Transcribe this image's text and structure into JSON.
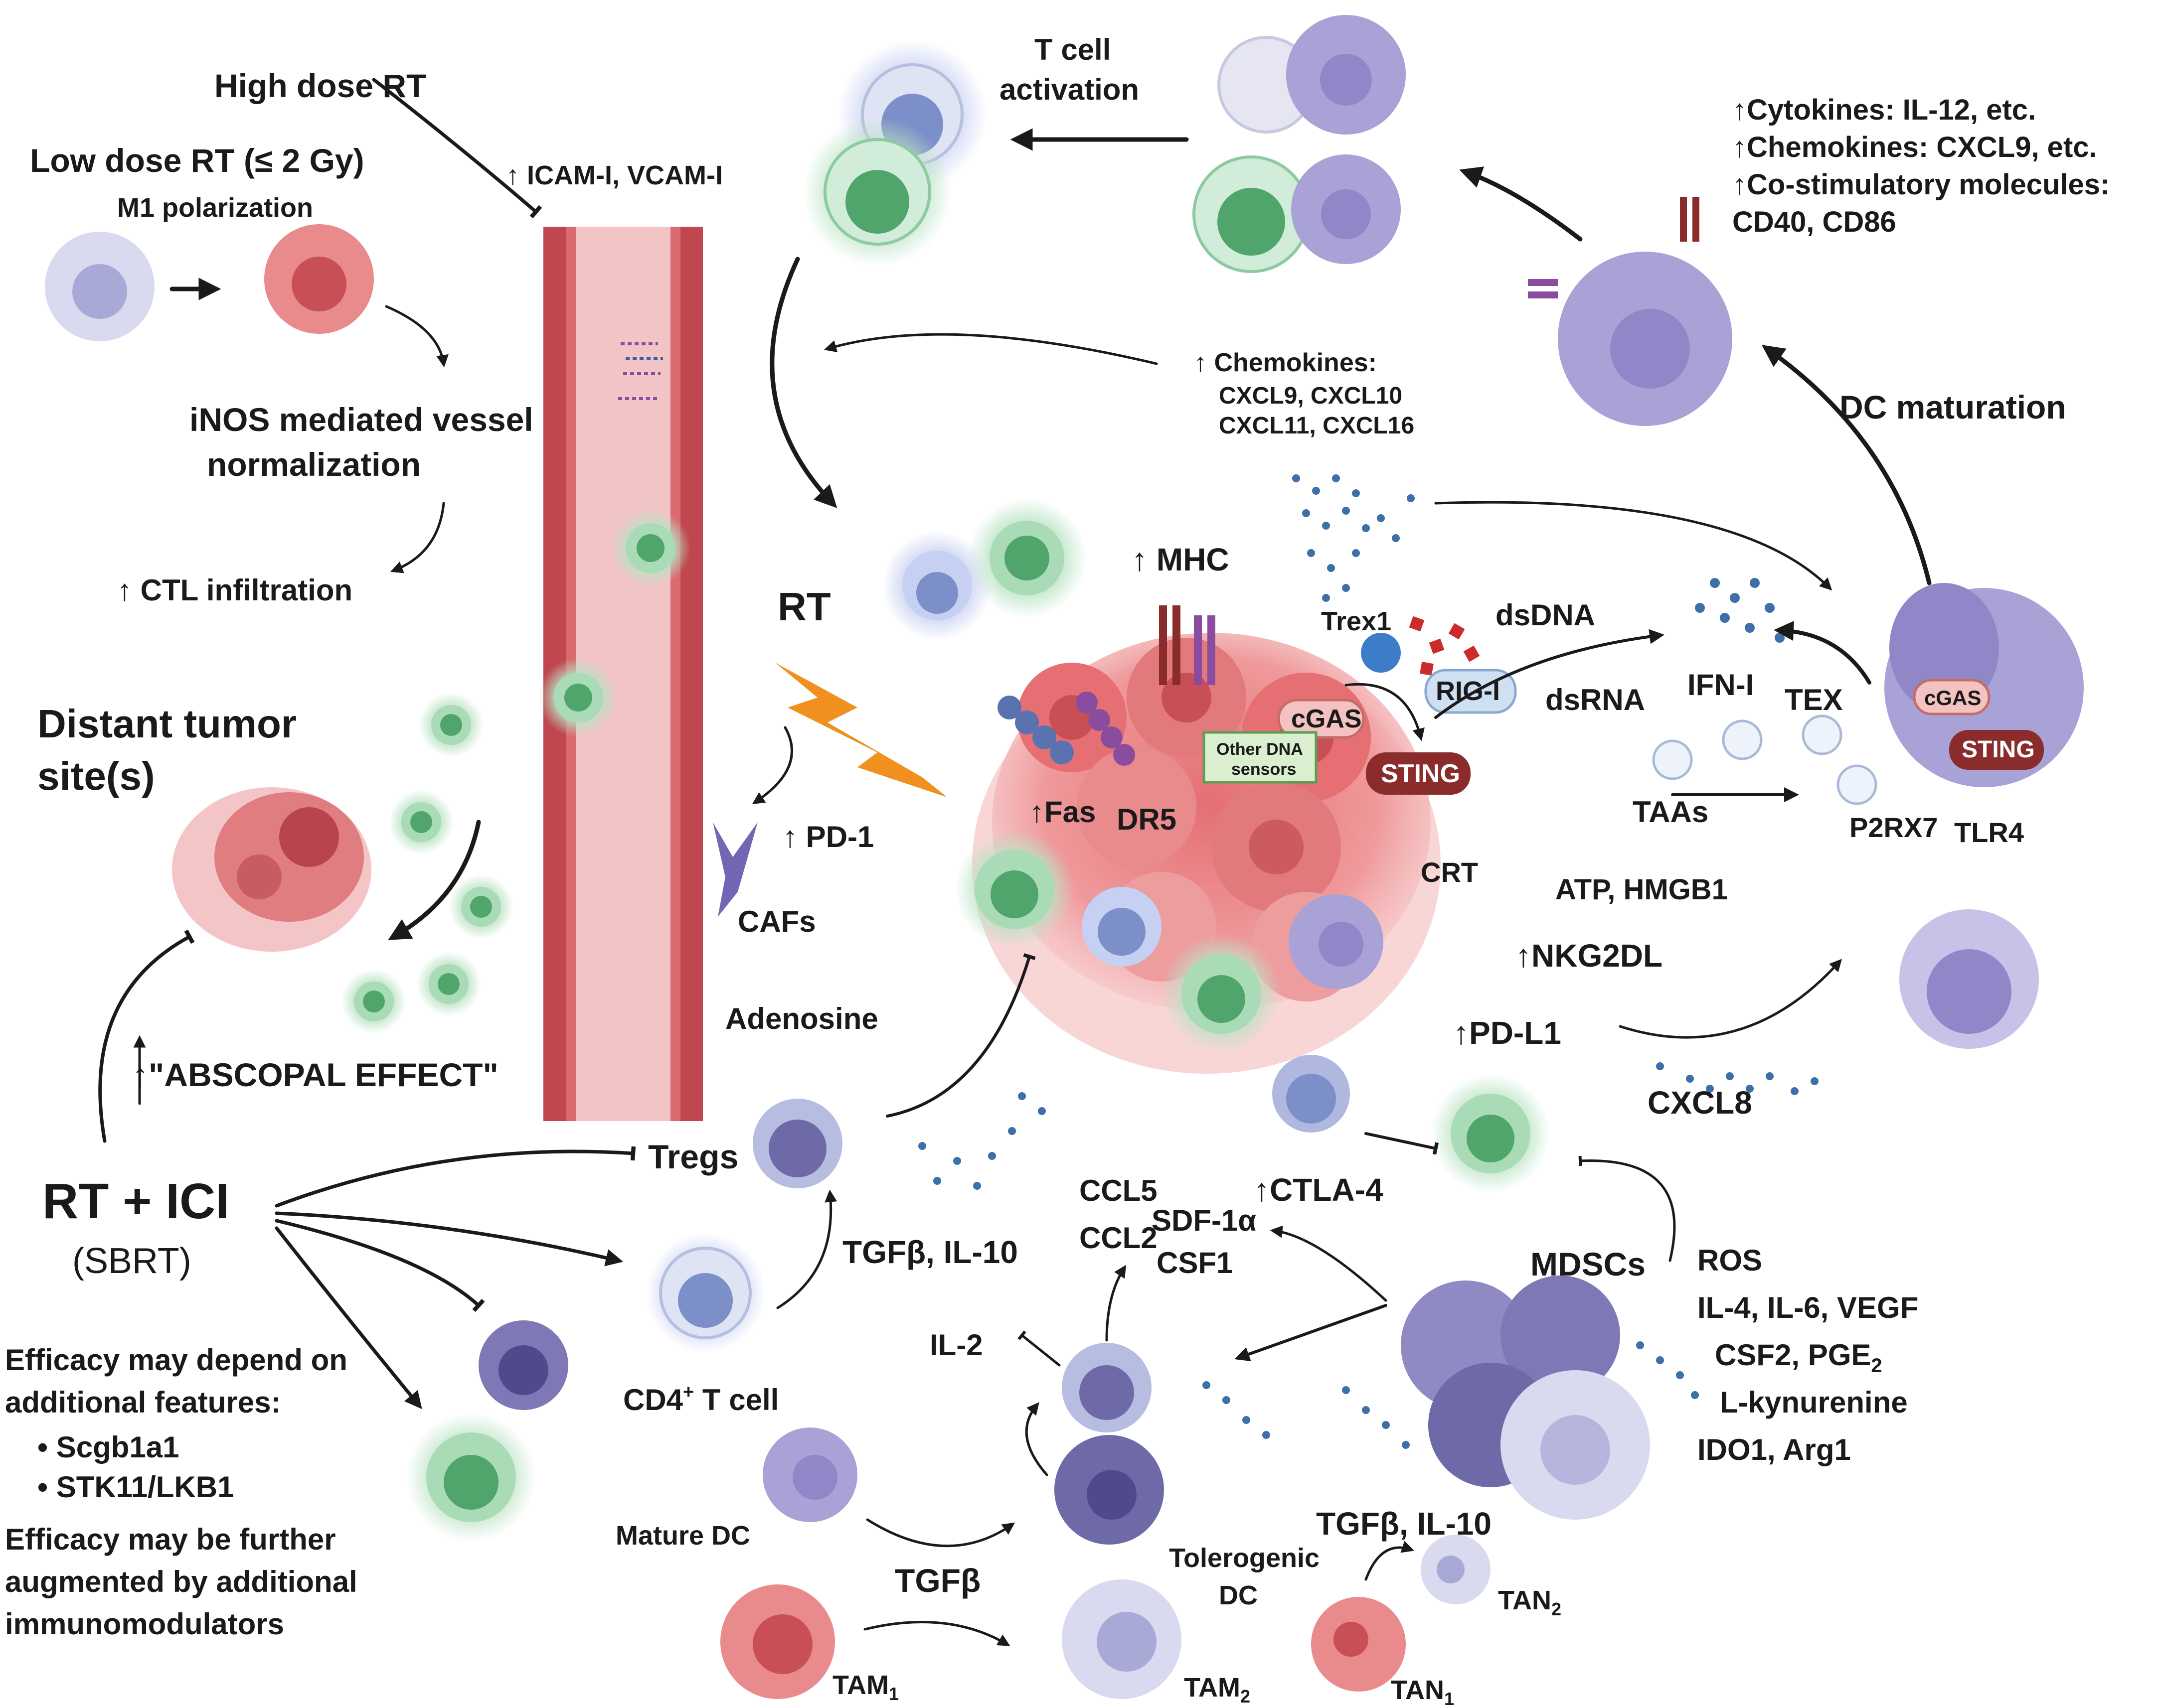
{
  "labels": {
    "high_dose_rt": "High dose RT",
    "low_dose_rt": "Low dose RT (≤ 2 Gy)",
    "m1_polarization": "M1 polarization",
    "inos_line1": "iNOS mediated vessel",
    "inos_line2": "normalization",
    "ctl_infiltration": "↑ CTL infiltration",
    "icam": "↑ ICAM-I, VCAM-I",
    "t_cell_activation_1": "T cell",
    "t_cell_activation_2": "activation",
    "cytokines": "↑Cytokines: IL-12, etc.",
    "chemokines_top": "↑Chemokines: CXCL9, etc.",
    "costim": "↑Co-stimulatory molecules:",
    "cd40_cd86": "CD40, CD86",
    "chemokines_mid_1": "↑ Chemokines:",
    "chemokines_mid_2": "CXCL9, CXCL10",
    "chemokines_mid_3": "CXCL11, CXCL16",
    "dc_maturation": "DC maturation",
    "rt": "RT",
    "mhc": "↑ MHC",
    "trex1": "Trex1",
    "dsdna": "dsDNA",
    "ifn_i": "IFN-I",
    "rig_i": "RIG-I",
    "dsrna": "dsRNA",
    "cgas": "cGAS",
    "other_dna_1": "Other DNA",
    "other_dna_2": "sensors",
    "sting": "STING",
    "tex": "TEX",
    "cgas_dc": "cGAS",
    "sting_dc": "STING",
    "taas": "TAAs",
    "p2rx7": "P2RX7",
    "tlr4": "TLR4",
    "fas": "↑Fas",
    "dr5": "DR5",
    "pd1": "↑ PD-1",
    "cafs": "CAFs",
    "crt": "CRT",
    "atp_hmgb1": "ATP, HMGB1",
    "nkg2dl": "↑NKG2DL",
    "pdl1": "↑PD-L1",
    "cxcl8": "CXCL8",
    "distant_1": "Distant tumor",
    "distant_2": "site(s)",
    "abscopal": "↑\"ABSCOPAL  EFFECT\"",
    "adenosine": "Adenosine",
    "tregs": "Tregs",
    "rt_ici": "RT + ICI",
    "sbrt": "(SBRT)",
    "ccl5": "CCL5",
    "ccl2": "CCL2",
    "sdf1a": "SDF-1α",
    "csf1": "CSF1",
    "ctla4": "↑CTLA-4",
    "tgfb_il10_left": "TGFβ, IL-10",
    "mdscs": "MDSCs",
    "ros": "ROS",
    "il4_il6_vegf": "IL-4, IL-6, VEGF",
    "csf2_pge2": "CSF2, PGE",
    "pge_sub": "2",
    "l_kynurenine": "L-kynurenine",
    "ido1_arg1": "IDO1, Arg1",
    "il2": "IL-2",
    "cd4_t_cell": "CD4",
    "cd4_sup": "+",
    "cd4_tail": " T cell",
    "efficacy_1": "Efficacy may depend on",
    "efficacy_2": "additional features:",
    "bullet_1": "Scgb1a1",
    "bullet_2": "STK11/LKB1",
    "efficacy_3": "Efficacy may be further",
    "efficacy_4": "augmented by additional",
    "efficacy_5": "immunomodulators",
    "mature_dc": "Mature DC",
    "tgfb": "TGFβ",
    "tolerogenic_1": "Tolerogenic",
    "tolerogenic_2": "DC",
    "tgfb_il10_bottom": "TGFβ, IL-10",
    "tan2": "TAN",
    "tan2_sub": "2",
    "tam1": "TAM",
    "tam1_sub": "1",
    "tam2": "TAM",
    "tam2_sub": "2",
    "tan1": "TAN",
    "tan1_sub": "1"
  },
  "colors": {
    "vessel": "#c0474f",
    "vessel_inner": "#f2c4c6",
    "tumor": "#e8898c",
    "t_cell_green": "#4fa56b",
    "t_cell_blue": "#7d8fc9",
    "dc_purple": "#8f87c7",
    "mdsc_purple": "#6e6aa8",
    "rt_orange": "#f0901e",
    "sting_dark_red": "#8a2c2c",
    "cgas_pink": "#f4c2c0",
    "rig_blue": "#cfe0f3",
    "other_dna_green": "#d9efcf"
  }
}
